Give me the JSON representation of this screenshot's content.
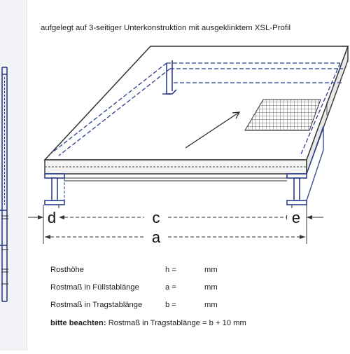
{
  "caption": "aufgelegt auf 3-seitiger Unterkonstruktion mit ausgeklinktem XSL-Profil",
  "dimensions": {
    "d": "d",
    "c": "c",
    "e": "e",
    "a": "a"
  },
  "specs": [
    {
      "label": "Rosthöhe",
      "symbol": "h =",
      "unit": "mm"
    },
    {
      "label": "Rostmaß in Füllstablänge",
      "symbol": "a =",
      "unit": "mm"
    },
    {
      "label": "Rostmaß in Tragstablänge",
      "symbol": "b =",
      "unit": "mm"
    }
  ],
  "note": {
    "prefix": "bitte beachten:",
    "text": "Rostmaß in Tragstablänge = b + 10 mm"
  },
  "colors": {
    "profile_blue": "#2c3e8f",
    "line_gray": "#3a3a3a",
    "panel_bg": "#f2f3f6"
  }
}
